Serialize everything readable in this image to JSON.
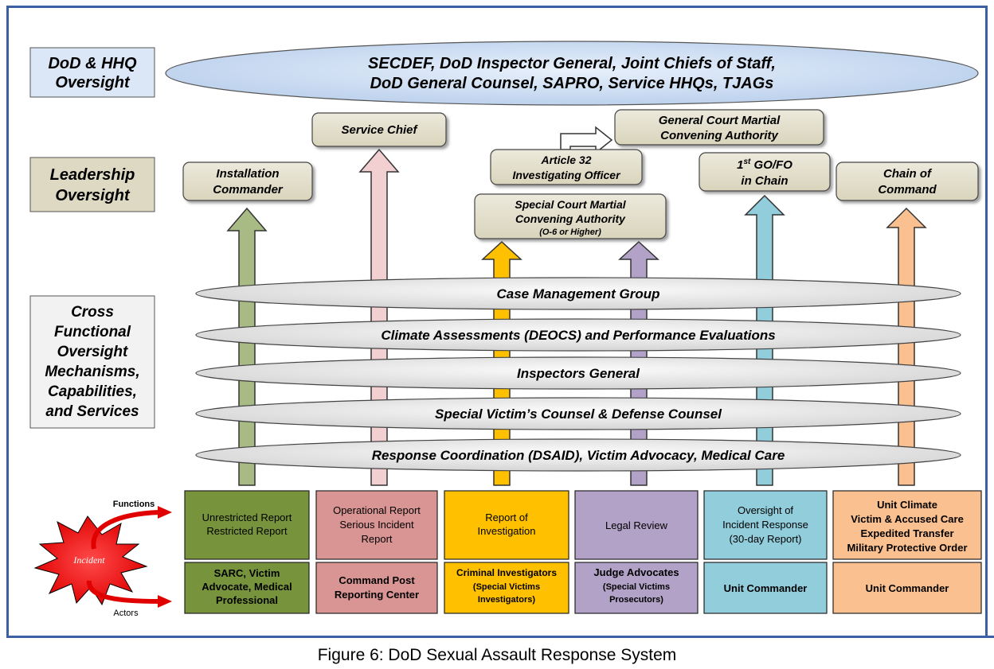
{
  "oversight": {
    "dod_label": [
      "DoD & HHQ",
      "Oversight"
    ],
    "dod_ellipse": [
      "SECDEF,  DoD Inspector General, Joint Chiefs of Staff,",
      "DoD General Counsel, SAPRO, Service HHQs, TJAGs"
    ],
    "leadership_label": [
      "Leadership",
      "Oversight"
    ],
    "cross_label": [
      "Cross",
      "Functional",
      "Oversight",
      "Mechanisms,",
      "Capabilities,",
      "and Services"
    ]
  },
  "leaders": {
    "installation": [
      "Installation",
      "Commander"
    ],
    "service_chief": [
      "Service Chief"
    ],
    "article32": [
      "Article 32",
      "Investigating Officer"
    ],
    "gcm": [
      "General Court Martial",
      "Convening Authority"
    ],
    "scm": [
      "Special Court Martial",
      "Convening Authority"
    ],
    "scm_sub": "(O-6 or Higher)",
    "gofo": [
      "1",
      "st",
      " GO/FO",
      "in Chain"
    ],
    "chain": [
      "Chain of",
      "Command"
    ]
  },
  "mechanisms": [
    "Case Management Group",
    "Climate Assessments (DEOCS) and Performance Evaluations",
    "Inspectors General",
    "Special Victim’s Counsel & Defense Counsel",
    "Response Coordination (DSAID), Victim Advocacy, Medical Care"
  ],
  "incident": {
    "label": "Incident",
    "functions_label": "Functions",
    "actors_label": "Actors"
  },
  "functions": [
    [
      "Unrestricted Report",
      "Restricted Report"
    ],
    [
      "Operational Report",
      "Serious Incident",
      "Report"
    ],
    [
      "Report of",
      "Investigation"
    ],
    [
      "Legal Review"
    ],
    [
      "Oversight of",
      "Incident Response",
      "(30-day Report)"
    ],
    [
      "Unit Climate",
      "Victim & Accused Care",
      "Expedited Transfer",
      "Military Protective Order"
    ]
  ],
  "actors": [
    [
      "SARC, Victim",
      "Advocate, Medical",
      "Professional"
    ],
    [
      "Command Post",
      "Reporting Center"
    ],
    [
      "Criminal Investigators",
      "(Special Victims",
      "Investigators)"
    ],
    [
      "Judge Advocates",
      "(Special Victims",
      "Prosecutors)"
    ],
    [
      "Unit Commander"
    ],
    [
      "Unit Commander"
    ]
  ],
  "colors": {
    "green": "#77933c",
    "green_arrow": "#a9bb84",
    "pink": "#d99594",
    "pink_arrow": "#f2cfd0",
    "gold": "#ffc000",
    "purple": "#b2a2c7",
    "blue": "#92cddc",
    "orange": "#fac090",
    "tan": "#ddd9c3",
    "ellipse_blue": "#c6d9f1",
    "ellipse_grey": "#e6e6e6"
  },
  "caption": "Figure 6: DoD Sexual Assault Response System"
}
